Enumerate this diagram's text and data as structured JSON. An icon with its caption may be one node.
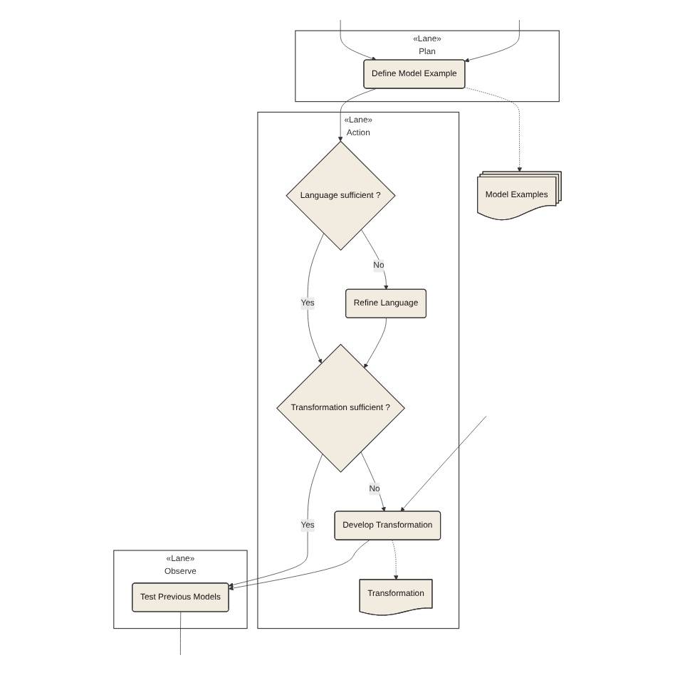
{
  "diagram": {
    "nodes": [
      {
        "text": [
          "«Lane»",
          "Plan"
        ]
      },
      {
        "text": [
          "Define Model Example"
        ],
        "in": 0
      },
      {
        "text": [
          "Model Examples"
        ]
      },
      {
        "text": [
          "«Lane»",
          "Action"
        ]
      },
      {
        "text": [
          "Language sufficient ?"
        ],
        "in": 3
      },
      {
        "text": [
          "Refine Language"
        ],
        "in": 3
      },
      {
        "text": [
          "Transformation"
        ],
        "in": 3
      },
      {
        "text": [
          "Transformation sufficient ?"
        ],
        "in": 3
      },
      {
        "text": [
          "Develop Transformation"
        ],
        "in": 3
      },
      {
        "text": [
          "«Lane»",
          "Observe"
        ]
      },
      {
        "text": [
          "Test Previous Models"
        ],
        "in": 9
      }
    ],
    "edges": [
      {
        "from": null,
        "to": 1,
        "arrow": "to"
      },
      {
        "from": 1,
        "to": 4,
        "arrow": "to"
      },
      {
        "from": 1,
        "to": 2,
        "arrow": "to",
        "style": "dashed"
      },
      {
        "from": 4,
        "to": 5,
        "arrow": "to",
        "label": "No"
      },
      {
        "from": 4,
        "to": 7,
        "arrow": "to",
        "label": "Yes"
      },
      {
        "from": 5,
        "to": 7,
        "arrow": "to"
      },
      {
        "from": 7,
        "to": 8,
        "arrow": "to",
        "label": "No"
      },
      {
        "from": 7,
        "to": 10,
        "arrow": "to",
        "label": "Yes"
      },
      {
        "from": 8,
        "to": 6,
        "arrow": "to",
        "style": "dashed"
      },
      {
        "from": 8,
        "to": 10,
        "arrow": "to"
      },
      {
        "from": 10,
        "to": null,
        "arrow": "none"
      },
      {
        "from": null,
        "to": 1,
        "arrow": "to"
      },
      {
        "from": null,
        "to": 8,
        "arrow": "to"
      }
    ]
  }
}
